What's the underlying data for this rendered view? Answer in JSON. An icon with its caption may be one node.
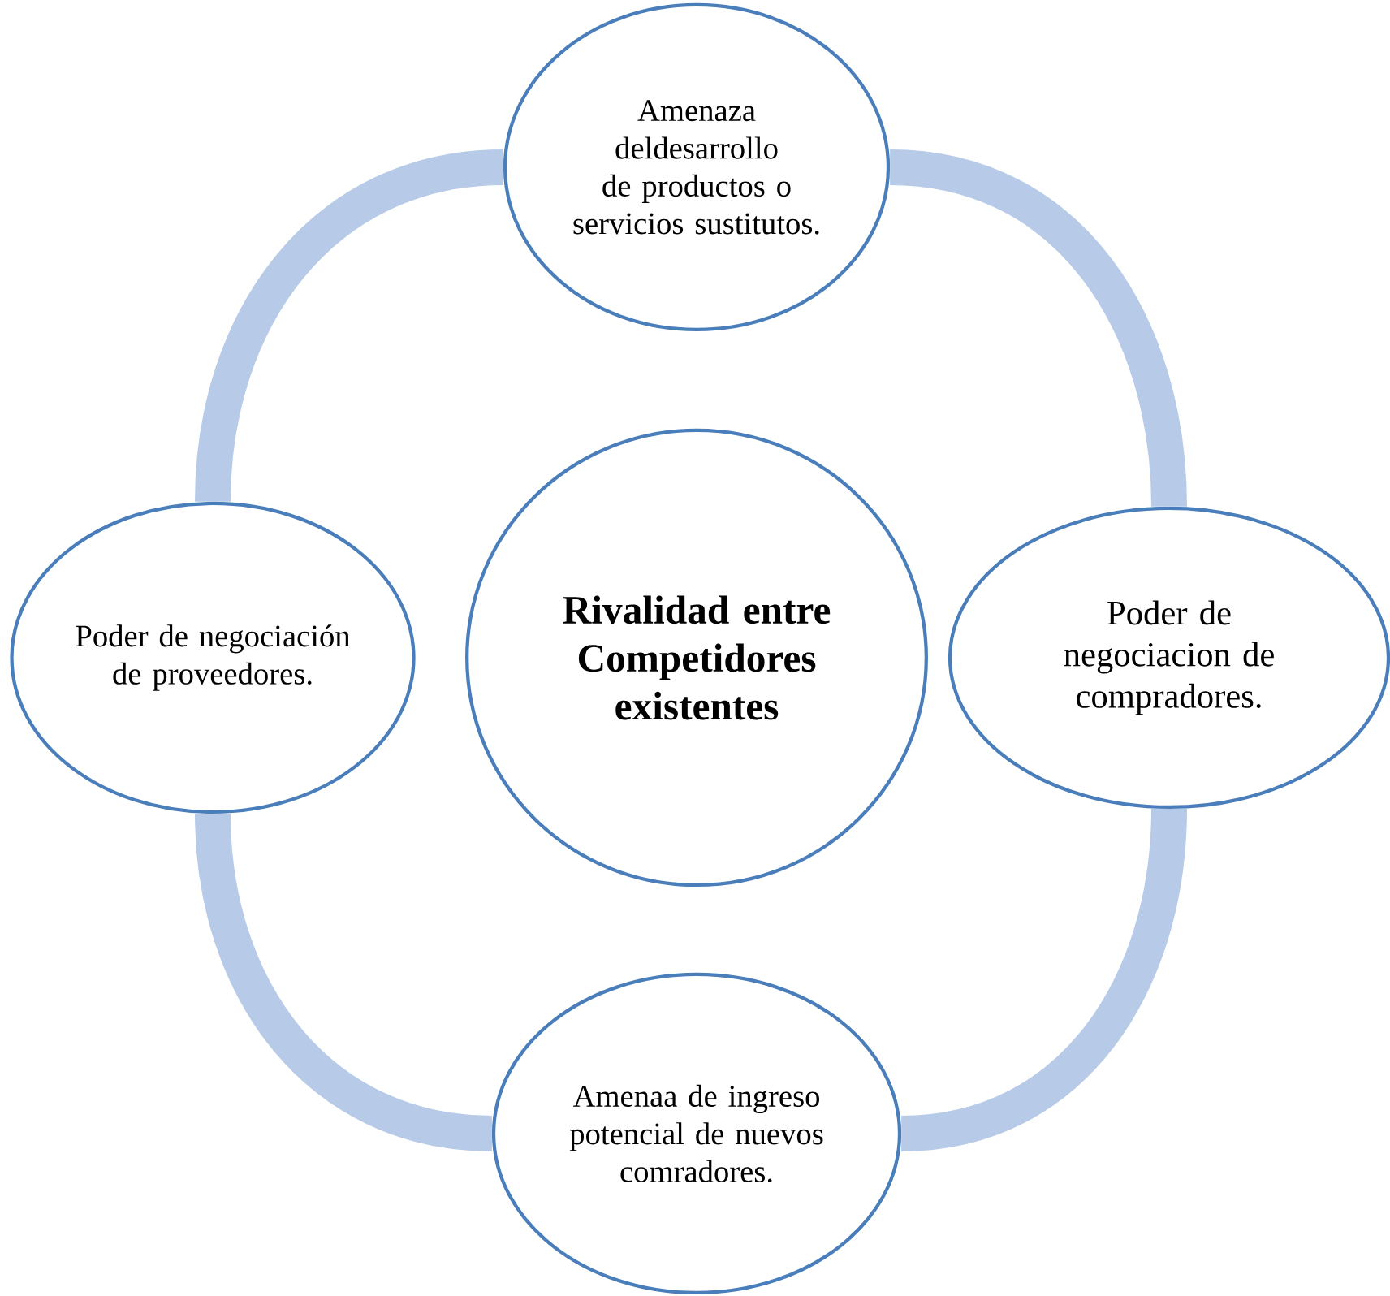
{
  "diagram": {
    "nodes": [
      {
        "text": [
          "Amenaza deldesarrollo de productos o servicios sustitutos."
        ]
      },
      {
        "text": [
          "Poder de negociación de proveedores."
        ]
      },
      {
        "text": [
          "Rivalidad entre Competidores existentes"
        ]
      },
      {
        "text": [
          "Poder de negociacion de compradores."
        ]
      },
      {
        "text": [
          "Amenaa de ingreso potencial de nuevos comradores."
        ]
      }
    ],
    "edges": [
      {
        "from": 0,
        "to": 3,
        "arrow": "none"
      },
      {
        "from": 3,
        "to": 4,
        "arrow": "none"
      },
      {
        "from": 4,
        "to": 1,
        "arrow": "none"
      },
      {
        "from": 1,
        "to": 0,
        "arrow": "none"
      }
    ]
  }
}
